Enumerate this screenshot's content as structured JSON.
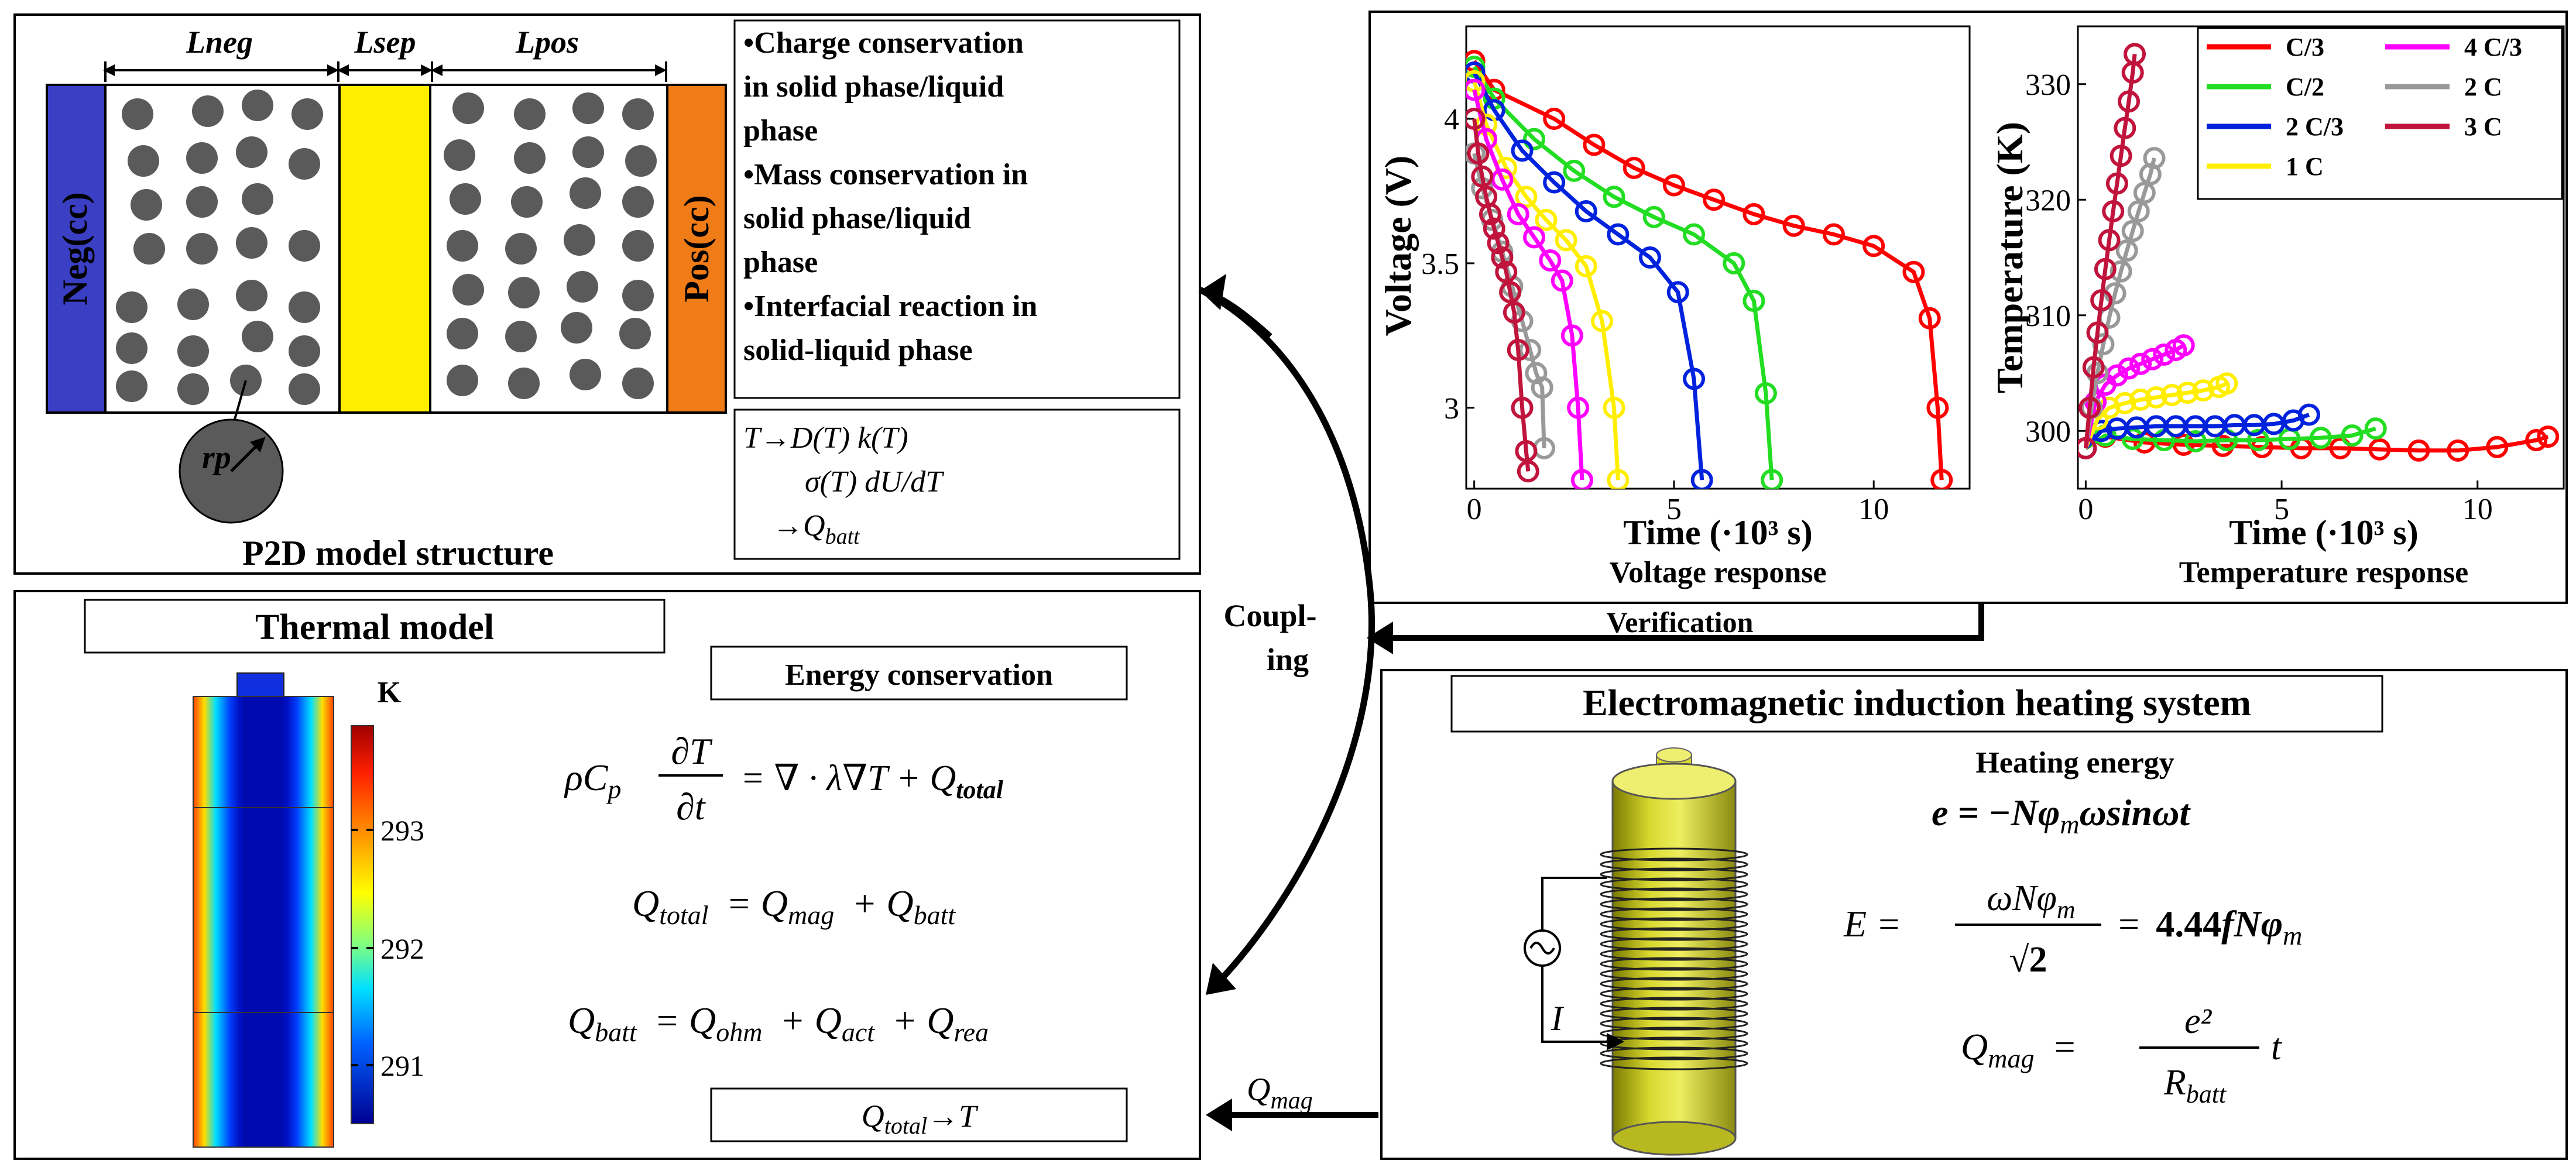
{
  "p2d": {
    "caption": "P2D model structure",
    "dim_labels": [
      "Lneg",
      "Lsep",
      "Lpos"
    ],
    "neg_cc": "Neg(cc)",
    "pos_cc": "Pos(cc)",
    "particle_radius": "rp",
    "conservation_items": [
      [
        "•Charge conservation",
        "in   solid phase/liquid",
        "phase"
      ],
      [
        "•Mass conservation in",
        "solid phase/liquid",
        "phase"
      ],
      [
        "•Interfacial reaction in",
        "solid-liquid phase"
      ]
    ],
    "params": {
      "line1": "T→D(T)  k(T)",
      "line2": "σ(T)  dU/dT",
      "line3": "→Q",
      "line3_sub": "batt"
    },
    "colors": {
      "neg_cc": "#3a3fc4",
      "pos_cc": "#f07c18",
      "separator": "#ffee00",
      "particle": "#5a5a5a"
    }
  },
  "thermal": {
    "title": "Thermal model",
    "unit": "K",
    "colorbar_ticks": [
      "293",
      "292",
      "291"
    ],
    "energy_title": "Energy conservation",
    "eq1": {
      "lhs_main": "ρC",
      "lhs_sub": "p",
      "dnum": "∂T",
      "dden": "∂t",
      "rhs": "= ∇ · λ∇T + Q",
      "rhs_sub": "total"
    },
    "eq2": {
      "a": "Q",
      "a_sub": "total",
      "b": "= Q",
      "b_sub": "mag",
      "c": "+ Q",
      "c_sub": "batt"
    },
    "eq3": {
      "a": "Q",
      "a_sub": "batt",
      "b": "= Q",
      "b_sub": "ohm",
      "c": "+ Q",
      "c_sub": "act",
      "d": "+ Q",
      "d_sub": "rea"
    },
    "result": {
      "a": "Q",
      "a_sub": "total",
      "b": "→T"
    }
  },
  "arrows": {
    "coupling_1": "Coupl-",
    "coupling_2": "ing",
    "verification": "Verification",
    "qmag": "Q",
    "qmag_sub": "mag"
  },
  "voltage_chart": {
    "caption": "Voltage response",
    "ylabel": "Voltage (V)",
    "xlabel": "Time (·10³ s)",
    "yticks": [
      "4",
      "3.5",
      "3"
    ],
    "xticks": [
      "0",
      "5",
      "10"
    ]
  },
  "temp_chart": {
    "caption": "Temperature response",
    "ylabel": "Temperature (K)",
    "xlabel": "Time (·10³ s)",
    "yticks": [
      "330",
      "320",
      "310",
      "300"
    ],
    "xticks": [
      "0",
      "5",
      "10"
    ],
    "legend": [
      "C/3",
      "C/2",
      "2 C/3",
      "1 C",
      "4 C/3",
      "2 C",
      "3 C"
    ]
  },
  "chart_data": [
    {
      "type": "line",
      "title": "Voltage response",
      "xlabel": "Time (·10³ s)",
      "ylabel": "Voltage (V)",
      "xlim": [
        -0.2,
        12.4
      ],
      "ylim": [
        2.72,
        4.32
      ],
      "series": [
        {
          "name": "C/3",
          "color": "#ff0000",
          "x": [
            0,
            0.5,
            2,
            3,
            4,
            5,
            6,
            7,
            8,
            9,
            10,
            11,
            11.4,
            11.6,
            11.7
          ],
          "y": [
            4.2,
            4.1,
            4.0,
            3.91,
            3.83,
            3.77,
            3.72,
            3.67,
            3.63,
            3.6,
            3.56,
            3.47,
            3.31,
            3.0,
            2.75
          ]
        },
        {
          "name": "C/2",
          "color": "#22dd22",
          "x": [
            0,
            0.5,
            1.5,
            2.5,
            3.5,
            4.5,
            5.5,
            6.5,
            7,
            7.3,
            7.45
          ],
          "y": [
            4.18,
            4.07,
            3.93,
            3.82,
            3.73,
            3.66,
            3.6,
            3.5,
            3.37,
            3.05,
            2.75
          ]
        },
        {
          "name": "2 C/3",
          "color": "#0022dd",
          "x": [
            0,
            0.5,
            1.2,
            2,
            2.8,
            3.6,
            4.4,
            5.1,
            5.5,
            5.7
          ],
          "y": [
            4.16,
            4.03,
            3.89,
            3.78,
            3.68,
            3.6,
            3.52,
            3.4,
            3.1,
            2.75
          ]
        },
        {
          "name": "1 C",
          "color": "#ffee00",
          "x": [
            0,
            0.3,
            0.8,
            1.3,
            1.8,
            2.3,
            2.8,
            3.2,
            3.5,
            3.6
          ],
          "y": [
            4.13,
            3.98,
            3.83,
            3.73,
            3.65,
            3.58,
            3.49,
            3.3,
            3.0,
            2.75
          ]
        },
        {
          "name": "4 C/3",
          "color": "#ff00ff",
          "x": [
            0,
            0.3,
            0.7,
            1.1,
            1.5,
            1.9,
            2.2,
            2.45,
            2.6,
            2.7
          ],
          "y": [
            4.1,
            3.93,
            3.79,
            3.67,
            3.59,
            3.51,
            3.44,
            3.25,
            3.0,
            2.75
          ]
        },
        {
          "name": "2 C",
          "color": "#999999",
          "x": [
            0,
            0.2,
            0.45,
            0.7,
            0.95,
            1.2,
            1.4,
            1.55,
            1.7,
            1.75
          ],
          "y": [
            3.88,
            3.76,
            3.65,
            3.54,
            3.42,
            3.3,
            3.2,
            3.12,
            3.07,
            2.86
          ]
        },
        {
          "name": "3 C",
          "color": "#c0143c",
          "x": [
            0,
            0.1,
            0.2,
            0.3,
            0.4,
            0.5,
            0.6,
            0.7,
            0.8,
            0.9,
            1.0,
            1.1,
            1.2,
            1.3,
            1.35
          ],
          "y": [
            4.0,
            3.88,
            3.8,
            3.73,
            3.67,
            3.62,
            3.57,
            3.52,
            3.47,
            3.4,
            3.33,
            3.2,
            3.0,
            2.85,
            2.78
          ]
        }
      ]
    },
    {
      "type": "line",
      "title": "Temperature response",
      "xlabel": "Time (·10³ s)",
      "ylabel": "Temperature (K)",
      "xlim": [
        -0.2,
        12.2
      ],
      "ylim": [
        295,
        335
      ],
      "legend_position": "top-right",
      "series": [
        {
          "name": "C/3",
          "color": "#ff0000",
          "x": [
            0,
            0.5,
            1.5,
            2.5,
            3.5,
            4.5,
            5.5,
            6.5,
            7.5,
            8.5,
            9.5,
            10.5,
            11.5,
            11.8
          ],
          "y": [
            298.5,
            299.5,
            299,
            298.8,
            298.7,
            298.6,
            298.5,
            298.5,
            298.4,
            298.3,
            298.3,
            298.6,
            299.2,
            299.5
          ]
        },
        {
          "name": "C/2",
          "color": "#22dd22",
          "x": [
            0,
            0.5,
            1.2,
            2,
            2.8,
            3.6,
            4.4,
            5.2,
            6,
            6.8,
            7.4
          ],
          "y": [
            298.5,
            299.6,
            299.3,
            299.2,
            299.1,
            299.2,
            299.2,
            299.3,
            299.4,
            299.6,
            300.2
          ]
        },
        {
          "name": "2 C/3",
          "color": "#0022dd",
          "x": [
            0,
            0.4,
            0.8,
            1.3,
            1.8,
            2.3,
            2.8,
            3.3,
            3.8,
            4.3,
            4.8,
            5.3,
            5.7
          ],
          "y": [
            298.5,
            300,
            300.2,
            300.3,
            300.4,
            300.4,
            300.4,
            300.4,
            300.5,
            300.5,
            300.6,
            300.9,
            301.4
          ]
        },
        {
          "name": "1 C",
          "color": "#ffee00",
          "x": [
            0,
            0.3,
            0.6,
            1,
            1.4,
            1.8,
            2.2,
            2.6,
            3,
            3.4,
            3.6
          ],
          "y": [
            298.5,
            301,
            302,
            302.4,
            302.7,
            302.9,
            303.1,
            303.3,
            303.5,
            303.8,
            304.1
          ]
        },
        {
          "name": "4 C/3",
          "color": "#ff00ff",
          "x": [
            0,
            0.25,
            0.5,
            0.8,
            1.1,
            1.4,
            1.7,
            2,
            2.3,
            2.5
          ],
          "y": [
            298.5,
            302.5,
            304,
            304.8,
            305.4,
            305.8,
            306.2,
            306.6,
            307,
            307.4
          ]
        },
        {
          "name": "2 C",
          "color": "#999999",
          "x": [
            0,
            0.15,
            0.3,
            0.45,
            0.6,
            0.75,
            0.9,
            1.05,
            1.2,
            1.35,
            1.5,
            1.65,
            1.75
          ],
          "y": [
            298.5,
            302,
            305,
            307.5,
            309.8,
            311.9,
            313.8,
            315.6,
            317.3,
            319,
            320.6,
            322.2,
            323.6
          ]
        },
        {
          "name": "3 C",
          "color": "#c0143c",
          "x": [
            0,
            0.1,
            0.2,
            0.3,
            0.4,
            0.5,
            0.6,
            0.7,
            0.8,
            0.9,
            1.0,
            1.1,
            1.2,
            1.25
          ],
          "y": [
            298.5,
            302,
            305.5,
            308.5,
            311.3,
            314,
            316.5,
            319,
            321.4,
            323.8,
            326.2,
            328.5,
            331,
            332.6
          ]
        }
      ]
    }
  ],
  "em": {
    "title": "Electromagnetic induction heating system",
    "heating_label": "Heating energy",
    "current_label": "I",
    "e_eq": "e  =  −Nφ",
    "e_eq_sub": "m",
    "e_eq_tail": "ωsinωt",
    "E_lhs": "E  =",
    "E_num": "ωNφ",
    "E_num_sub": "m",
    "E_den": "√2",
    "E_rhs_eq": "=",
    "E_rhs_bold": "4.44",
    "E_rhs_rest": "fNφ",
    "E_rhs_sub": "m",
    "Q_lhs": "Q",
    "Q_lhs_sub": "mag",
    "Q_eq": "=",
    "Q_num": "e²",
    "Q_den": "R",
    "Q_den_sub": "batt",
    "Q_tail": "t"
  }
}
